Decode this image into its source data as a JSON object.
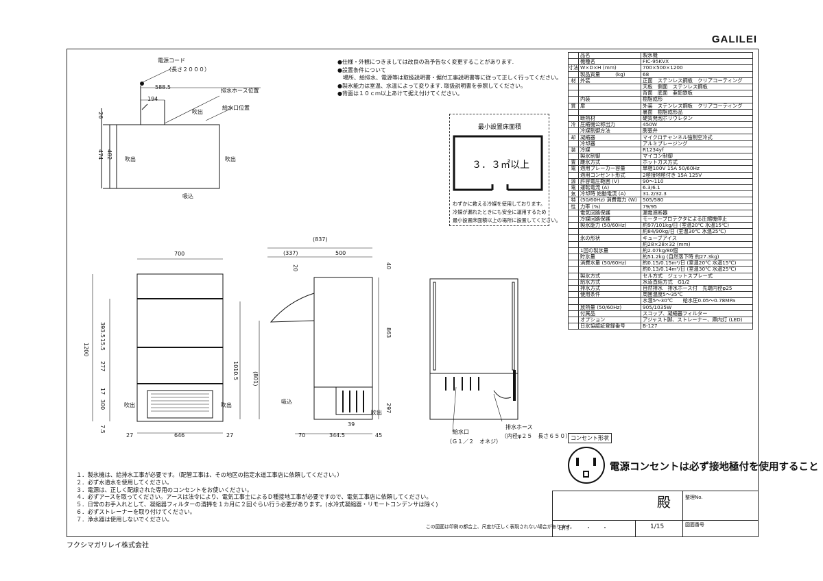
{
  "header": {
    "brand": "GALILEI"
  },
  "footer": {
    "company": "フクシマガリレイ株式会社"
  },
  "top_notes": [
    "●仕様・外観につきましては改良の為予告なく変更することがあります.",
    "●設置条件について",
    "　場所、給排水、電源等は取扱説明書・据付工事説明書等に従って正しく行ってください。",
    "●製氷能力は室温、水温によって変ります. 取扱説明書を参照してください。",
    "●背面は１０ｃｍ以上あけて据え付けてください。"
  ],
  "install_area": {
    "title": "最小設置床面積",
    "area": "３．３㎡以上",
    "note1": "わずかに救える冷媒を使用しております。",
    "note2": "冷媒が漏れたときにも安全に運用するため",
    "note3": "最小設置床面積以上の場所に設置してください。"
  },
  "top_view": {
    "power_cord": "電源コード",
    "cord_length": "（長さ２０００）",
    "drain_hose_pos": "排水ホース位置",
    "water_inlet_pos": "給水口位置",
    "exhaust": "吹出",
    "intake": "吸込",
    "dims": {
      "d1": "588.5",
      "d2": "194",
      "d3": "26",
      "d4": "474",
      "d5": "482"
    }
  },
  "front_view": {
    "dims": {
      "width": "700",
      "h_total": "1200",
      "h1": "393.5",
      "h2": "15.5",
      "h3": "277",
      "h4": "17",
      "h5": "300",
      "h6": "7.5",
      "w_left": "27",
      "w_mid": "646",
      "w_right": "27"
    },
    "exhaust": "吹出"
  },
  "side_view": {
    "dims": {
      "overall": "(837)",
      "rear": "(337)",
      "depth": "500",
      "top": "40",
      "d20": "20",
      "h_1010": "1010.5",
      "h_801": "(801)",
      "h_863": "863",
      "h_297": "297",
      "b70": "70",
      "b344": "344.5",
      "b45": "45",
      "b39": "39"
    },
    "intake": "吸込",
    "exhaust": "吹出"
  },
  "rear_view": {
    "water_inlet": "給水口",
    "water_inlet_spec": "（Ｇ１／２　オネジ）",
    "drain_hose": "排水ホース",
    "drain_hose_spec": "（内径φ２５　長さ６５０）"
  },
  "spec_rows": [
    {
      "group": "",
      "label": "品名",
      "value": "製氷機"
    },
    {
      "group": "",
      "label": "機種名",
      "value": "FIC-95KVX"
    },
    {
      "group": "寸法",
      "label": "W×D×H (mm)",
      "value": "700×500×1200"
    },
    {
      "group": "",
      "label": "製品質量　　　(kg)",
      "value": "68"
    },
    {
      "group": "材",
      "label": "外装",
      "value": "正面　ステンレス鋼板　クリアコーティング"
    },
    {
      "group": "",
      "label": "",
      "value": "天板　側面　ステンレス鋼板"
    },
    {
      "group": "",
      "label": "",
      "value": "背面　底面　亜鉛鉄板"
    },
    {
      "group": "",
      "label": "内装",
      "value": "樹脂成形"
    },
    {
      "group": "質",
      "label": "扉",
      "value": "外装　ステンレス鋼板　クリアコーティング"
    },
    {
      "group": "",
      "label": "",
      "value": "裏面　樹脂成形品"
    },
    {
      "group": "",
      "label": "断熱材",
      "value": "硬質発泡ポリウレタン"
    },
    {
      "group": "冷",
      "label": "圧縮機公称出力",
      "value": "450W"
    },
    {
      "group": "",
      "label": "冷媒制御方法",
      "value": "膨張弁"
    },
    {
      "group": "却",
      "label": "凝縮器",
      "value": "マイクロチャンネル強制空冷式"
    },
    {
      "group": "",
      "label": "冷却器",
      "value": "アルミブレージング"
    },
    {
      "group": "装",
      "label": "冷媒",
      "value": "R1234yf"
    },
    {
      "group": "",
      "label": "製氷制御",
      "value": "マイコン制御"
    },
    {
      "group": "置",
      "label": "離氷方式",
      "value": "ホットガス方式"
    },
    {
      "group": "電",
      "label": "適用ブレーカー容量",
      "value": "単相100V 15A 50/60Hz"
    },
    {
      "group": "",
      "label": "適用コンセント形式",
      "value": "2極接地極付き 15A 125V"
    },
    {
      "group": "源",
      "label": "許容電圧範囲 (V)",
      "value": "90～110"
    },
    {
      "group": "電",
      "label": "運転電流 (A)",
      "value": "6.3/6.1"
    },
    {
      "group": "気",
      "label": "冷却時 始動電流 (A)",
      "value": "31.2/32.3"
    },
    {
      "group": "特",
      "label": "(50/60Hz) 消費電力 (W)",
      "value": "505/580"
    },
    {
      "group": "性",
      "label": "力率 (%)",
      "value": "79/95"
    },
    {
      "group": "",
      "label": "電気回路保護",
      "value": "漏電遮断器"
    },
    {
      "group": "",
      "label": "冷媒回路保護",
      "value": "モータープロテクタによる圧縮機停止"
    },
    {
      "group": "",
      "label": "製氷能力 (50/60Hz)",
      "value": "約97/101kg/日 (室温20℃ 水温15℃)"
    },
    {
      "group": "",
      "label": "",
      "value": "約84/90kg/日 (室温30℃ 水温25℃)"
    },
    {
      "group": "",
      "label": "氷の形状",
      "value": "キューブアイス"
    },
    {
      "group": "",
      "label": "",
      "value": "約28×28×32 (mm)"
    },
    {
      "group": "",
      "label": "1回の製氷量",
      "value": "約2.07kg/80個"
    },
    {
      "group": "",
      "label": "貯氷量",
      "value": "約51.2kg (自然落下時 約27.3kg)"
    },
    {
      "group": "",
      "label": "消費水量 (50/60Hz)",
      "value": "約0.15/0.15m³/日 (室温20℃ 水温15℃)"
    },
    {
      "group": "",
      "label": "",
      "value": "約0.13/0.14m³/日 (室温30℃ 水温25℃)"
    },
    {
      "group": "",
      "label": "製氷方式",
      "value": "セル方式　ジェットスプレー式"
    },
    {
      "group": "",
      "label": "給水方式",
      "value": "水道直結方式　G1/2"
    },
    {
      "group": "",
      "label": "排水方式",
      "value": "自然排水　排水ホース付　先端内径φ25"
    },
    {
      "group": "",
      "label": "使用条件",
      "value": "周囲温度5～35℃"
    },
    {
      "group": "",
      "label": "",
      "value": "水温5～30℃　　給水圧0.05～0.78MPa"
    },
    {
      "group": "",
      "label": "放熱量 (50/60Hz)",
      "value": "905/1035W"
    },
    {
      "group": "",
      "label": "付属品",
      "value": "スコップ、凝縮器フィルター"
    },
    {
      "group": "",
      "label": "オプション",
      "value": "アジャスト脚、ストレーナー、庫内灯 (LED)"
    },
    {
      "group": "",
      "label": "日氷協認証登録番号",
      "value": "B-127"
    }
  ],
  "outlet": {
    "label": "コンセント形状",
    "warning": "電源コンセントは必ず接地極付を使用すること"
  },
  "bottom_notes": [
    "１．製氷機は、給排水工事が必要です。（配管工事は、その地区の指定水道工事店に依頼してください。）",
    "２．必ず水道水を使用してください。",
    "３．電源は、正しく配線された専用のコンセントをお使いください。",
    "４．必ずアースを取ってください。アースは法令により、電気工事士によるＤ種接地工事が必要ですので、電気工事店に依頼してください。",
    "５．日常のお手入れとして、凝縮器フィルターの清掃を１カ月に２回ぐらい行う必要があります。(水冷式凝縮器・リモートコンデンサは除く)",
    "６．必ずストレーナーを取り付けてください。",
    "７．浄水器は使用しないでください。"
  ],
  "drawing_note": "この図面は印刷の都合上、尺度が正しく表現されない場合があります。",
  "title_block": {
    "to": "殿",
    "drawing_no_label": "整理No.",
    "date_label": "日付",
    "date_value": "・　　・",
    "scale": "1/15",
    "drawing_number_label": "図面番号"
  }
}
